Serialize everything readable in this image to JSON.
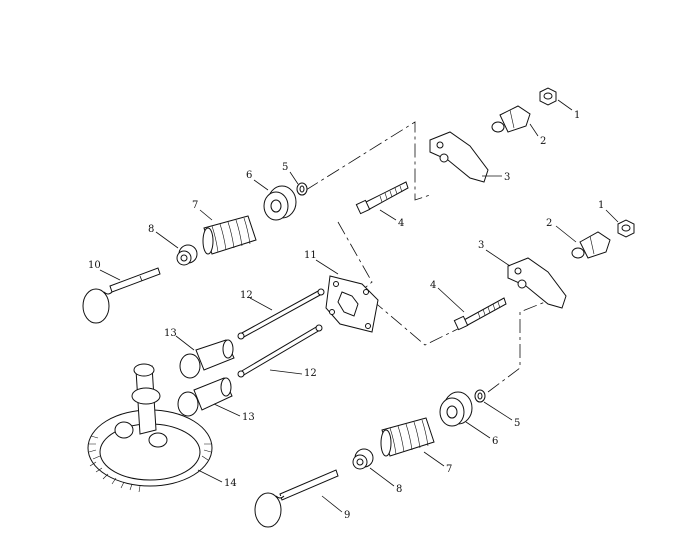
{
  "diagram": {
    "callouts": [
      {
        "id": "c1a",
        "text": "1"
      },
      {
        "id": "c2a",
        "text": "2"
      },
      {
        "id": "c3a",
        "text": "3"
      },
      {
        "id": "c4a",
        "text": "4"
      },
      {
        "id": "c5a",
        "text": "5"
      },
      {
        "id": "c6a",
        "text": "6"
      },
      {
        "id": "c7a",
        "text": "7"
      },
      {
        "id": "c8a",
        "text": "8"
      },
      {
        "id": "c10",
        "text": "10"
      },
      {
        "id": "c11",
        "text": "11"
      },
      {
        "id": "c12a",
        "text": "12"
      },
      {
        "id": "c13a",
        "text": "13"
      },
      {
        "id": "c12b",
        "text": "12"
      },
      {
        "id": "c13b",
        "text": "13"
      },
      {
        "id": "c14",
        "text": "14"
      },
      {
        "id": "c1b",
        "text": "1"
      },
      {
        "id": "c2b",
        "text": "2"
      },
      {
        "id": "c3b",
        "text": "3"
      },
      {
        "id": "c4b",
        "text": "4"
      },
      {
        "id": "c5b",
        "text": "5"
      },
      {
        "id": "c6b",
        "text": "6"
      },
      {
        "id": "c7b",
        "text": "7"
      },
      {
        "id": "c8b",
        "text": "8"
      },
      {
        "id": "c9",
        "text": "9"
      }
    ]
  }
}
